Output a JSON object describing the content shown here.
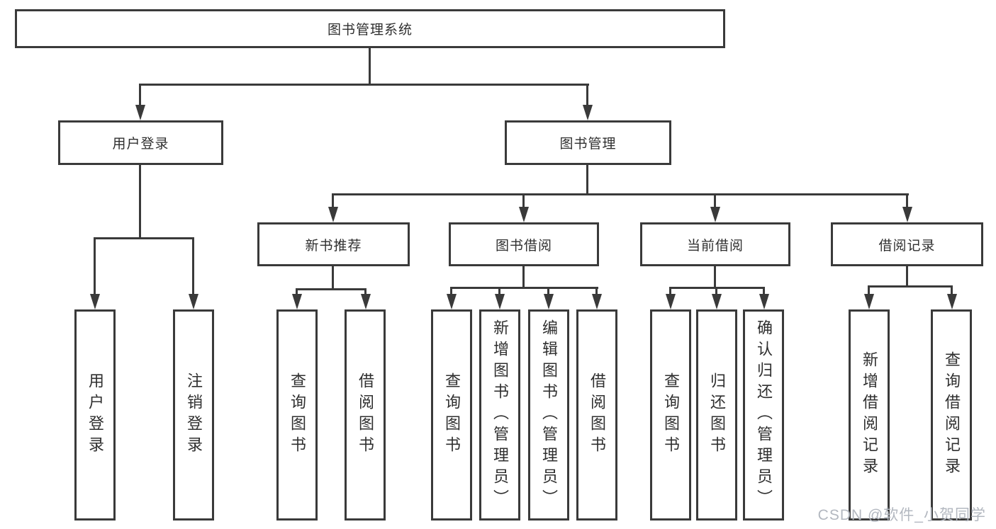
{
  "diagram": {
    "title": "图书管理系统",
    "children": [
      {
        "label": "用户登录",
        "children": [
          {
            "label": "用户登录"
          },
          {
            "label": "注销登录"
          }
        ]
      },
      {
        "label": "图书管理",
        "children": [
          {
            "label": "新书推荐",
            "children": [
              {
                "label": "查询图书"
              },
              {
                "label": "借阅图书"
              }
            ]
          },
          {
            "label": "图书借阅",
            "children": [
              {
                "label": "查询图书"
              },
              {
                "label": "新增图书（管理员）"
              },
              {
                "label": "编辑图书（管理员）"
              },
              {
                "label": "借阅图书"
              }
            ]
          },
          {
            "label": "当前借阅",
            "children": [
              {
                "label": "查询图书"
              },
              {
                "label": "归还图书"
              },
              {
                "label": "确认归还（管理员）"
              }
            ]
          },
          {
            "label": "借阅记录",
            "children": [
              {
                "label": "新增借阅记录"
              },
              {
                "label": "查询借阅记录"
              }
            ]
          }
        ]
      }
    ]
  },
  "watermark": "CSDN @软件_小贺同学"
}
